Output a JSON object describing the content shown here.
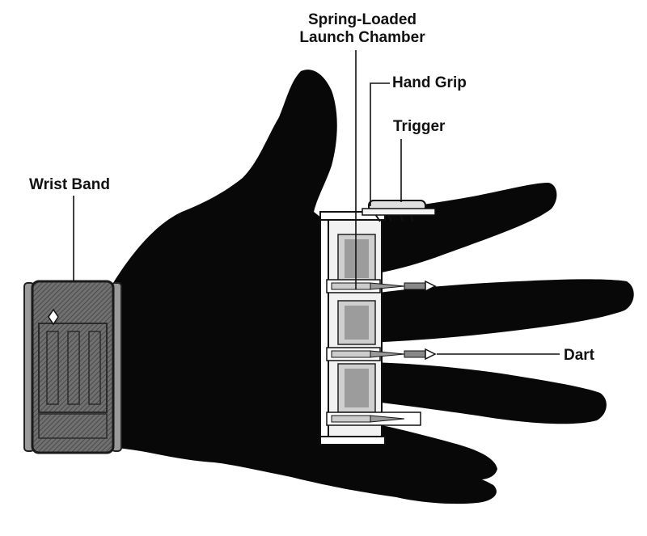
{
  "labels": {
    "spring_line1": "Spring-Loaded",
    "spring_line2": "Launch Chamber",
    "hand_grip": "Hand Grip",
    "trigger": "Trigger",
    "wrist_band": "Wrist Band",
    "dart": "Dart"
  },
  "colors": {
    "hand": "#080808",
    "background": "#ffffff",
    "band_fill": "#6d6d6d",
    "device_fill": "#f2f2f2",
    "leader_line": "#111111"
  }
}
